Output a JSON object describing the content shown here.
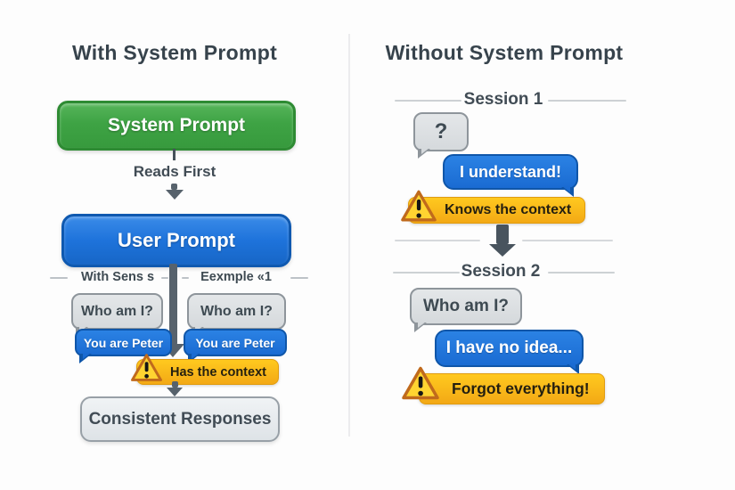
{
  "left": {
    "title": "With System Prompt",
    "system_box_label": "System Prompt",
    "connector_label": "Reads First",
    "user_box_label": "User Prompt",
    "columns": [
      {
        "label": "With Sens s",
        "user_msg": "Who am I?",
        "assistant_msg": "You are Peter"
      },
      {
        "label": "Eexmple «1",
        "user_msg": "Who am I?",
        "assistant_msg": "You are Peter"
      }
    ],
    "badge_label": "Has the context",
    "result_box_label": "Consistent Responses"
  },
  "right": {
    "title": "Without System Prompt",
    "sessions": [
      {
        "label": "Session 1",
        "user_msg": "?",
        "assistant_msg": "I understand!",
        "badge_label": "Knows the context"
      },
      {
        "label": "Session 2",
        "user_msg": "Who am I?",
        "assistant_msg": "I have no idea...",
        "badge_label": "Forgot everything!"
      }
    ]
  },
  "icons": {
    "warning": "warning-triangle-icon",
    "arrow": "arrow-down-icon"
  },
  "colors": {
    "system_green": "#3ea344",
    "user_blue": "#1e73db",
    "badge_yellow": "#f9b916",
    "triangle_yellow": "#ffd431",
    "bubble_gray": "#d9dcdf",
    "text_dark": "#3a4750",
    "arrow_gray": "#57626c"
  }
}
